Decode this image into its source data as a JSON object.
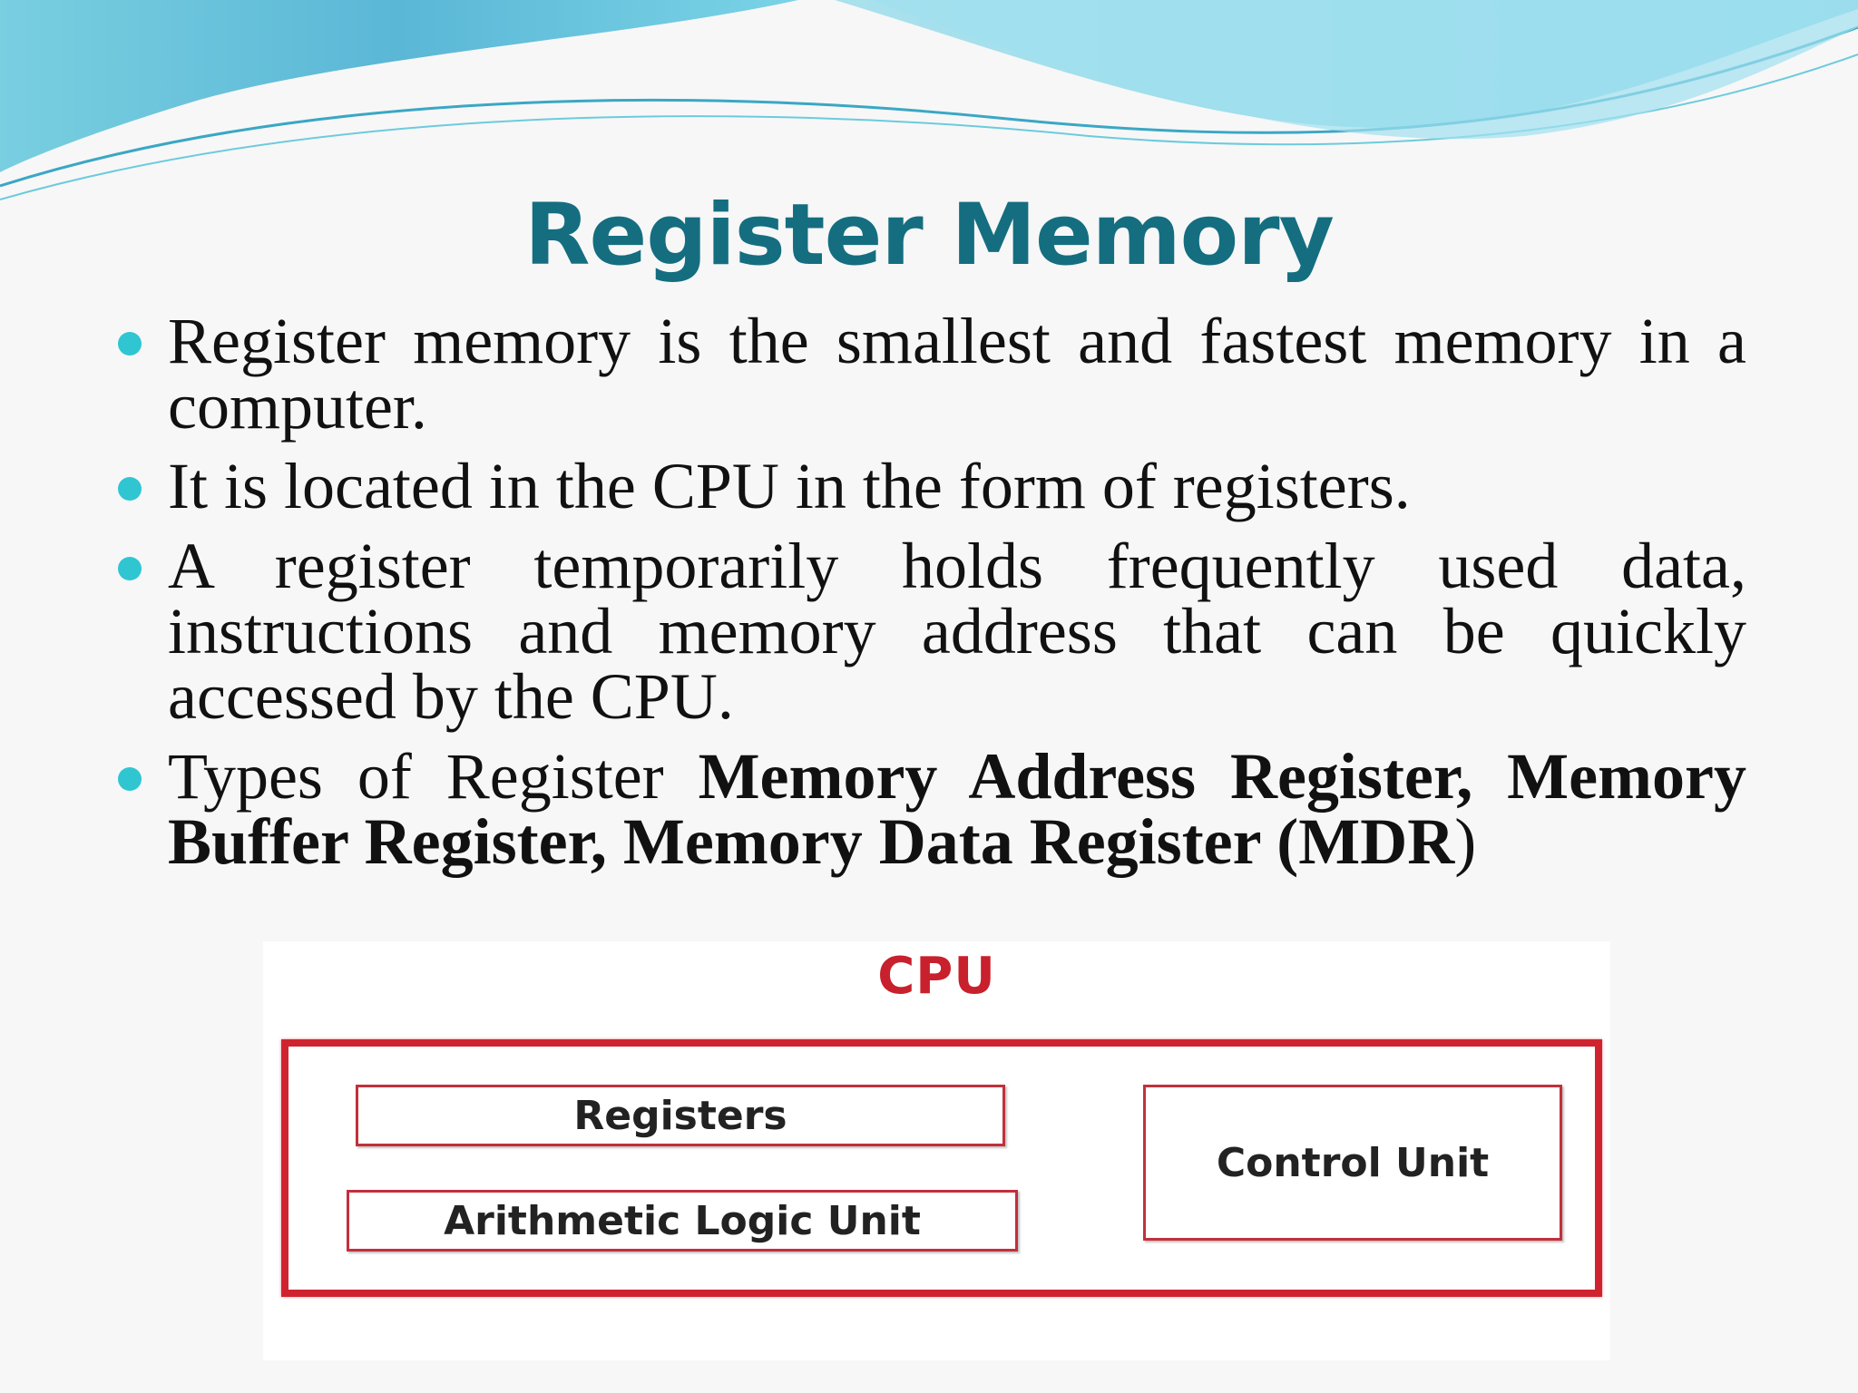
{
  "slide": {
    "title": "Register Memory",
    "accent_color": "#146e80",
    "bullet_color": "#2fc6d2",
    "bullets": [
      {
        "text": "Register memory is the smallest and fastest memory in a computer."
      },
      {
        "text": "It is located in the CPU in the form of registers."
      },
      {
        "text": "A register temporarily holds frequently used data, instructions and memory address that can be quickly accessed by the CPU."
      },
      {
        "lead": "Types of Register ",
        "bold": "Memory Address Register, Memory Buffer Register, Memory Data Register (MDR",
        "tail": ")"
      }
    ]
  },
  "diagram": {
    "cpu_label": "CPU",
    "registers_label": "Registers",
    "alu_label": "Arithmetic Logic Unit",
    "control_unit_label": "Control Unit",
    "border_color": "#cf2430"
  }
}
